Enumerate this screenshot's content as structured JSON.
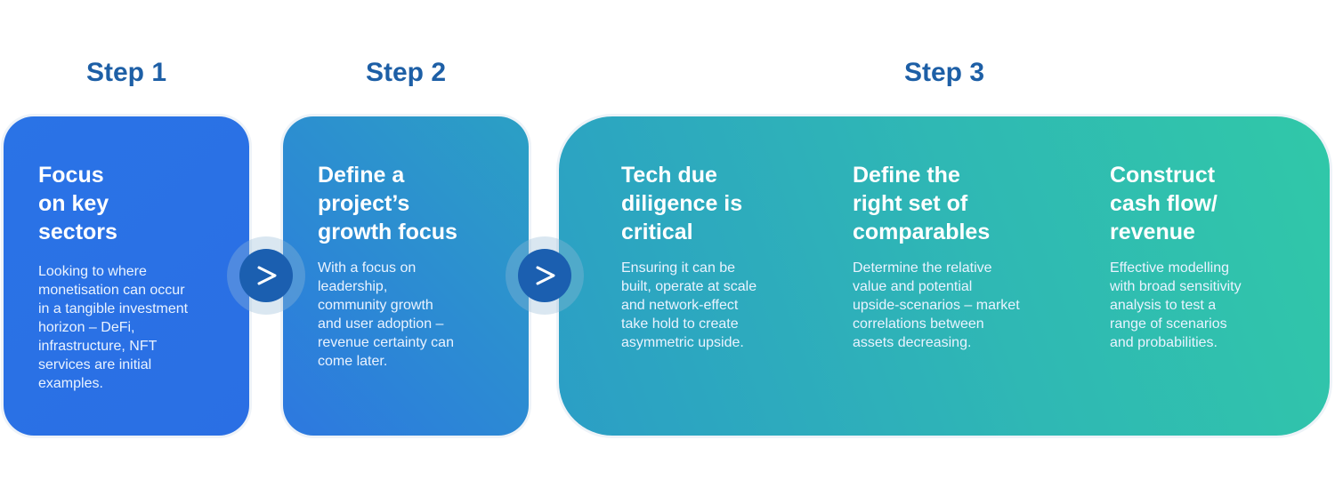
{
  "steps": [
    {
      "heading": "Step 1",
      "blocks": [
        {
          "title": "Focus\non key\nsectors",
          "text": "Looking to where\nmonetisation can occur\nin a tangible investment\nhorizon – DeFi,\ninfrastructure, NFT\nservices are initial\nexamples."
        }
      ]
    },
    {
      "heading": "Step 2",
      "blocks": [
        {
          "title": "Define a\nproject’s\ngrowth focus",
          "text": "With a focus on\nleadership,\ncommunity growth\nand user adoption –\nrevenue certainty can\ncome later."
        }
      ]
    },
    {
      "heading": "Step 3",
      "blocks": [
        {
          "title": "Tech due\ndiligence is\ncritical",
          "text": "Ensuring it can be\nbuilt, operate at scale\nand network-effect\ntake hold to create\nasymmetric upside."
        },
        {
          "title": "Define the\nright set of\ncomparables",
          "text": "Determine the relative\nvalue and potential\nupside-scenarios – market\ncorrelations between\nassets decreasing."
        },
        {
          "title": "Construct\ncash flow/\nrevenue",
          "text": "Effective modelling\nwith broad sensitivity\nanalysis to test a\nrange of scenarios\nand probabilities."
        }
      ]
    }
  ],
  "icons": {
    "arrow": "chevron-right-icon"
  },
  "colors": {
    "heading": "#1d5fa6",
    "card_blue": "#2a73e6",
    "card_teal": "#30c8a8",
    "arrow_circle": "#1b5fb0"
  }
}
